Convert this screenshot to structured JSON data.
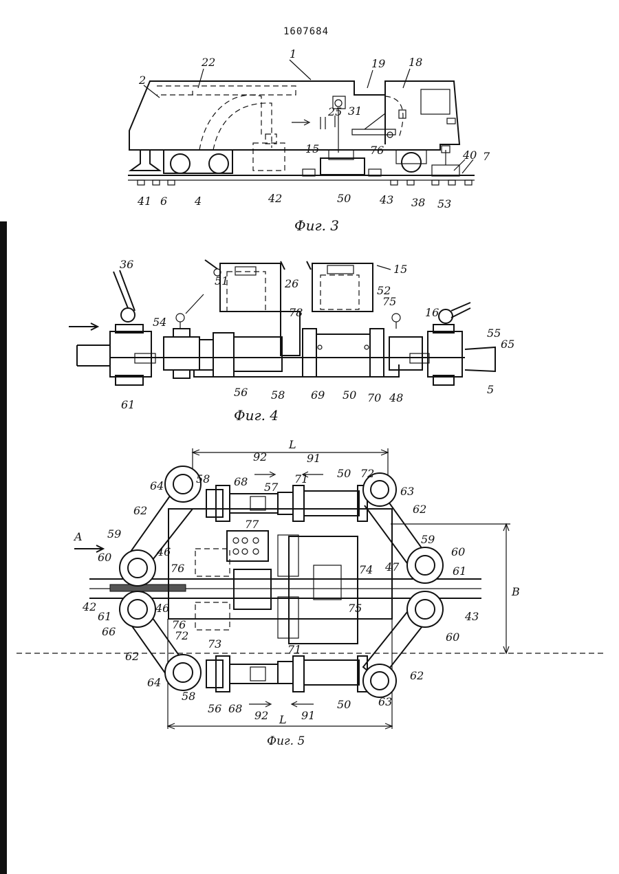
{
  "document": {
    "page_number": "1607684",
    "figures": [
      {
        "caption": "Фиг. 3"
      },
      {
        "caption": "Фиг. 4"
      },
      {
        "caption": "Фиг. 5"
      }
    ]
  },
  "fig3_labels": [
    "1",
    "22",
    "2",
    "19",
    "18",
    "25",
    "31",
    "15",
    "76",
    "4",
    "41",
    "6",
    "42",
    "50",
    "43",
    "38",
    "53",
    "40",
    "7"
  ],
  "fig4_labels": [
    "36",
    "51",
    "26",
    "15",
    "52",
    "75",
    "54",
    "78",
    "16",
    "55",
    "65",
    "61",
    "56",
    "58",
    "69",
    "50",
    "70",
    "48",
    "5"
  ],
  "fig5_labels": [
    "L",
    "92",
    "91",
    "58",
    "68",
    "57",
    "71",
    "50",
    "72",
    "64",
    "63",
    "62",
    "62",
    "77",
    "59",
    "59",
    "A",
    "60",
    "60",
    "46",
    "76",
    "74",
    "47",
    "61",
    "42",
    "61",
    "43",
    "66",
    "46",
    "75",
    "76",
    "72",
    "73",
    "71",
    "60",
    "B",
    "62",
    "62",
    "64",
    "58",
    "56",
    "68",
    "92",
    "91",
    "50",
    "63",
    "L"
  ]
}
